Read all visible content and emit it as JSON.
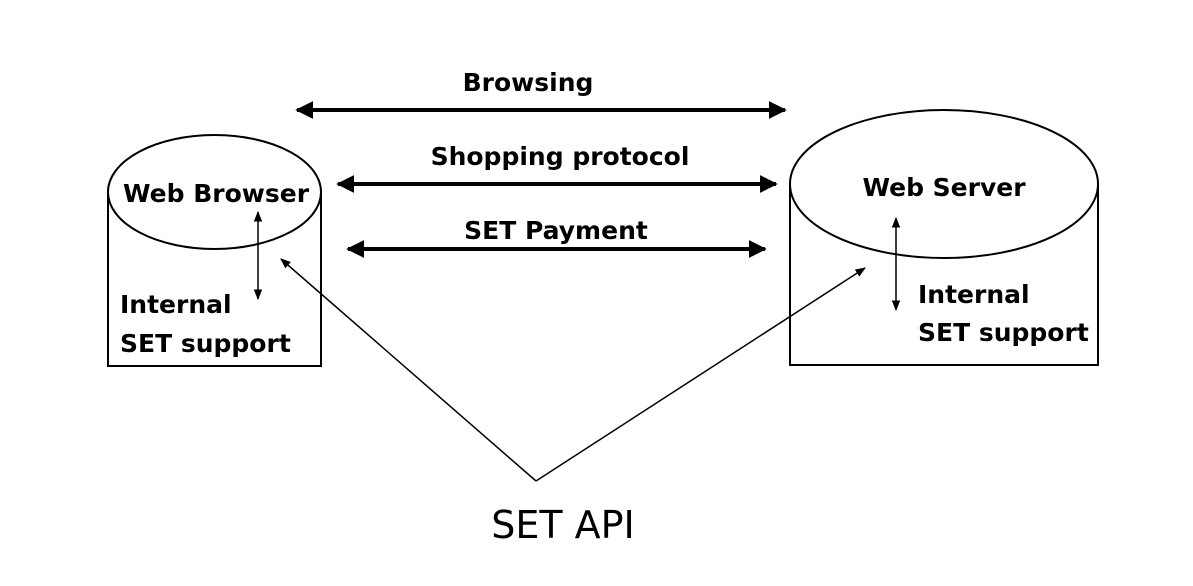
{
  "flows": {
    "browsing": "Browsing",
    "shopping": "Shopping protocol",
    "payment": "SET Payment"
  },
  "client": {
    "title": "Web Browser",
    "internal_line1": "Internal",
    "internal_line2": "SET support"
  },
  "server": {
    "title": "Web Server",
    "internal_line1": "Internal",
    "internal_line2": "SET support"
  },
  "api": {
    "label": "SET API"
  },
  "colors": {
    "stroke": "#000000",
    "background": "#ffffff"
  }
}
